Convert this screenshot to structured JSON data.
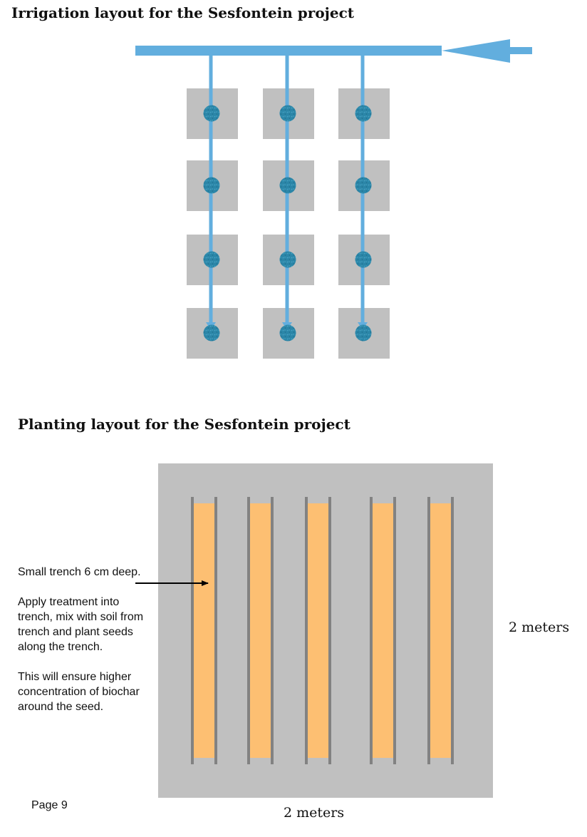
{
  "irrigation": {
    "title": "Irrigation layout for the Sesfontein project",
    "grid": {
      "rows": 4,
      "columns": 3
    },
    "colors": {
      "pipe": "#62aede",
      "plot": "#c0c0c0",
      "emitter": "#2b86a8"
    }
  },
  "planting": {
    "title": "Planting layout for the Sesfontein project",
    "trench_count": 5,
    "note_paragraphs": [
      "Small trench 6 cm deep.",
      "Apply treatment into trench, mix with soil from trench and plant seeds along the trench.",
      "This will ensure higher concentration of biochar around the seed."
    ],
    "dimension_height": "2 meters",
    "dimension_width": "2 meters",
    "colors": {
      "field": "#c0c0c0",
      "trench": "#fdbf72",
      "edge": "#828282"
    }
  },
  "page": {
    "label": "Page 9"
  }
}
